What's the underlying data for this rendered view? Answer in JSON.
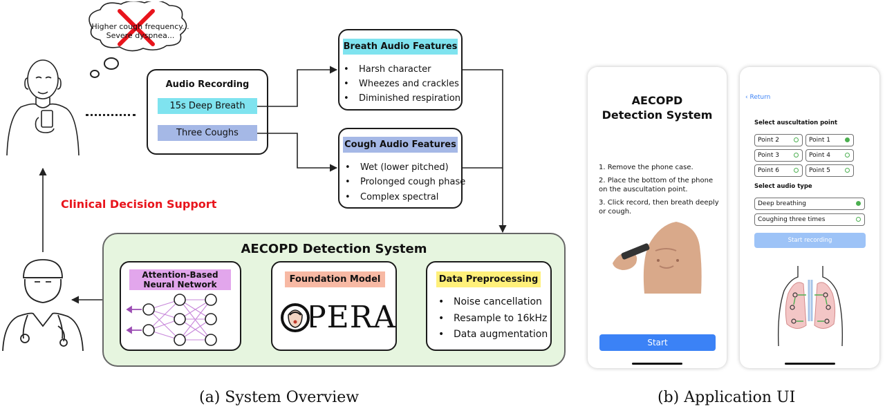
{
  "thought": "Higher cough frequency... Severe dyspnea...",
  "recording": {
    "title": "Audio Recording",
    "breath_label": "15s Deep Breath",
    "cough_label": "Three Coughs",
    "breath_color": "#7fe3ef",
    "cough_color": "#a5b8e6"
  },
  "breath_features": {
    "title": "Breath Audio Features",
    "items": [
      "Harsh character",
      "Wheezes and crackles",
      "Diminished respiration"
    ]
  },
  "cough_features": {
    "title": "Cough Audio Features",
    "items": [
      "Wet (lower pitched)",
      "Prolonged cough phase",
      "Complex spectral"
    ]
  },
  "clinical_label": "Clinical Decision Support",
  "system": {
    "title": "AECOPD Detection System",
    "nn_title": "Attention-Based Neural Network",
    "fm_title": "Foundation Model",
    "fm_logo": "OPERA",
    "dp_title": "Data Preprocessing",
    "dp_items": [
      "Noise cancellation",
      "Resample to 16kHz",
      "Data augmentation"
    ],
    "colors": {
      "system_bg": "#e6f5df",
      "nn_tag": "#e2a6ec",
      "fm_tag": "#f7b9a4",
      "dp_tag": "#fff07a",
      "clinical": "#e8141c"
    }
  },
  "app_screen1": {
    "title": "AECOPD Detection System",
    "steps": [
      "1. Remove the phone case.",
      "2. Place the bottom of the phone on the auscultation point.",
      "3. Click record, then breath deeply or cough."
    ],
    "start_label": "Start",
    "button_color": "#3b82f6"
  },
  "app_screen2": {
    "back_label": "Return",
    "select_point_label": "Select auscultation point",
    "points": [
      {
        "label": "Point 2",
        "selected": false
      },
      {
        "label": "Point 1",
        "selected": true
      },
      {
        "label": "Point 3",
        "selected": false
      },
      {
        "label": "Point 4",
        "selected": false
      },
      {
        "label": "Point 6",
        "selected": false
      },
      {
        "label": "Point 5",
        "selected": false
      }
    ],
    "select_audio_label": "Select audio type",
    "audio_types": [
      {
        "label": "Deep breathing",
        "selected": true
      },
      {
        "label": "Coughing three times",
        "selected": false
      }
    ],
    "record_label": "Start recording"
  },
  "captions": {
    "left": "(a) System Overview",
    "right": "(b) Application UI"
  }
}
